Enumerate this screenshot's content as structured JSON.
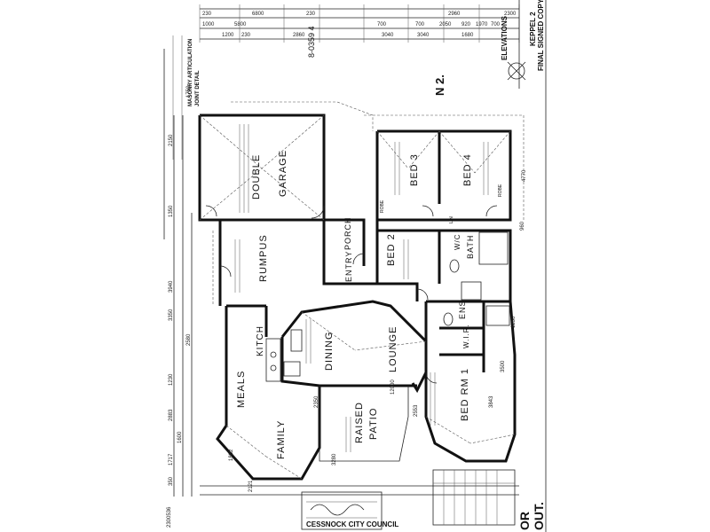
{
  "rooms": {
    "double": "DOUBLE",
    "garage": "GARAGE",
    "rumpus": "RUMPUS",
    "porch": "PORCH",
    "entry": "ENTRY",
    "bed2": "BED 2",
    "bed3": "BED 3",
    "bed4": "BED 4",
    "bath": "BATH",
    "wc": "W/C",
    "ens": "ENS",
    "wir": "W.I.R.",
    "bed1": "BED RM 1",
    "lounge": "LOUNGE",
    "dining": "DINING",
    "kitch": "KITCH",
    "meals": "MEALS",
    "family": "FAMILY",
    "raised": "RAISED",
    "patio": "PATIO",
    "linen": "LIN",
    "robe": "ROBE"
  },
  "header": {
    "north": "N 2.",
    "elevations": "ELEVATIONS",
    "keppel": "KEPPEL 2",
    "final": "FINAL SIGNED COPY",
    "joint1": "MASONRY ARTICULATION",
    "joint2": "JOINT DETAIL",
    "stamp": "8-0359 4",
    "or_no": "OR",
    "out": "OUT."
  },
  "stamp": {
    "council": "CESSNOCK CITY COUNCIL",
    "code": "2300536"
  },
  "dims_top": [
    "230",
    "6800",
    "230",
    "5800",
    "1200",
    "230",
    "1000",
    "2860",
    "700",
    "3040",
    "700",
    "2960",
    "2050",
    "920",
    "1970",
    "700",
    "1680",
    "3040",
    "2300"
  ],
  "dims_left": [
    "2150",
    "1350",
    "1750",
    "3940",
    "3350",
    "2580",
    "1230",
    "2883",
    "1600",
    "1717",
    "350"
  ],
  "dims_bottom": [
    "2121",
    "1882",
    "3280",
    "12000",
    "2350",
    "2553",
    "3843",
    "3500",
    "1250",
    "4770",
    "960"
  ]
}
